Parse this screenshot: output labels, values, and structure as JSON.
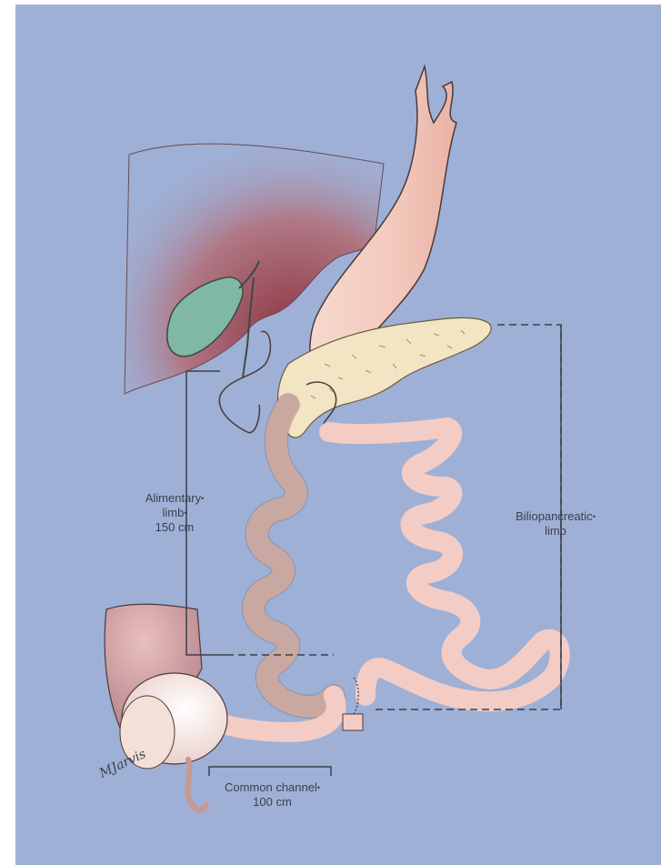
{
  "labels": {
    "alimentary": [
      "Alimentary",
      "limb",
      "150 cm"
    ],
    "biliopancreatic": [
      "Biliopancreatic",
      "limb"
    ],
    "common_channel": [
      "Common channel",
      "100 cm"
    ]
  },
  "signature": "MJarvis",
  "colors": {
    "background": "#9fb0d6",
    "bowel": "#f3cdc5",
    "bowel_outline": "#4a3a3a",
    "liver": "#9a4a55",
    "gallbladder": "#7fb8a4",
    "pancreas": "#f3e4c4",
    "bracket": "#3b3f4a"
  }
}
